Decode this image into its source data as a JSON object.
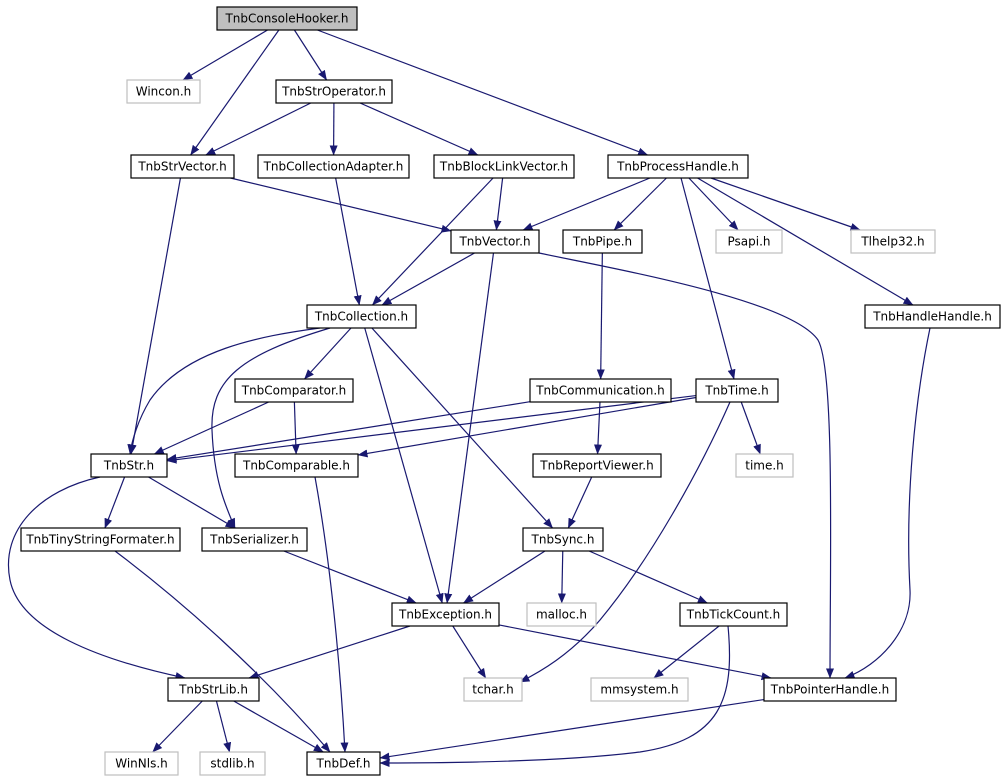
{
  "colors": {
    "root_fill": "#bfbfbf",
    "node_fill": "#ffffff",
    "node_border": "#000000",
    "external_border": "#bfbfbf",
    "edge": "#191970"
  },
  "nodes": [
    {
      "id": "consolehooker",
      "label": "TnbConsoleHooker.h",
      "kind": "root"
    },
    {
      "id": "wincon",
      "label": "Wincon.h",
      "kind": "external"
    },
    {
      "id": "stroperator",
      "label": "TnbStrOperator.h",
      "kind": "file"
    },
    {
      "id": "strvector",
      "label": "TnbStrVector.h",
      "kind": "file"
    },
    {
      "id": "collectionadapter",
      "label": "TnbCollectionAdapter.h",
      "kind": "file"
    },
    {
      "id": "blocklinkvector",
      "label": "TnbBlockLinkVector.h",
      "kind": "file"
    },
    {
      "id": "processhandle",
      "label": "TnbProcessHandle.h",
      "kind": "file"
    },
    {
      "id": "vector",
      "label": "TnbVector.h",
      "kind": "file"
    },
    {
      "id": "pipe",
      "label": "TnbPipe.h",
      "kind": "file"
    },
    {
      "id": "psapi",
      "label": "Psapi.h",
      "kind": "external"
    },
    {
      "id": "tlhelp32",
      "label": "Tlhelp32.h",
      "kind": "external"
    },
    {
      "id": "collection",
      "label": "TnbCollection.h",
      "kind": "file"
    },
    {
      "id": "handlehandle",
      "label": "TnbHandleHandle.h",
      "kind": "file"
    },
    {
      "id": "comparator",
      "label": "TnbComparator.h",
      "kind": "file"
    },
    {
      "id": "communication",
      "label": "TnbCommunication.h",
      "kind": "file"
    },
    {
      "id": "time",
      "label": "TnbTime.h",
      "kind": "file"
    },
    {
      "id": "str",
      "label": "TnbStr.h",
      "kind": "file"
    },
    {
      "id": "comparable",
      "label": "TnbComparable.h",
      "kind": "file"
    },
    {
      "id": "reportviewer",
      "label": "TnbReportViewer.h",
      "kind": "file"
    },
    {
      "id": "timeh",
      "label": "time.h",
      "kind": "external"
    },
    {
      "id": "tinystringformater",
      "label": "TnbTinyStringFormater.h",
      "kind": "file"
    },
    {
      "id": "serializer",
      "label": "TnbSerializer.h",
      "kind": "file"
    },
    {
      "id": "sync",
      "label": "TnbSync.h",
      "kind": "file"
    },
    {
      "id": "exception",
      "label": "TnbException.h",
      "kind": "file"
    },
    {
      "id": "malloc",
      "label": "malloc.h",
      "kind": "external"
    },
    {
      "id": "tickcount",
      "label": "TnbTickCount.h",
      "kind": "file"
    },
    {
      "id": "strlib",
      "label": "TnbStrLib.h",
      "kind": "file"
    },
    {
      "id": "tchar",
      "label": "tchar.h",
      "kind": "external"
    },
    {
      "id": "mmsystem",
      "label": "mmsystem.h",
      "kind": "external"
    },
    {
      "id": "pointerhandle",
      "label": "TnbPointerHandle.h",
      "kind": "file"
    },
    {
      "id": "winnls",
      "label": "WinNls.h",
      "kind": "external"
    },
    {
      "id": "stdlib",
      "label": "stdlib.h",
      "kind": "external"
    },
    {
      "id": "def",
      "label": "TnbDef.h",
      "kind": "file"
    }
  ],
  "edges": [
    [
      "consolehooker",
      "wincon"
    ],
    [
      "consolehooker",
      "stroperator"
    ],
    [
      "consolehooker",
      "strvector"
    ],
    [
      "consolehooker",
      "processhandle"
    ],
    [
      "stroperator",
      "strvector"
    ],
    [
      "stroperator",
      "collectionadapter"
    ],
    [
      "stroperator",
      "blocklinkvector"
    ],
    [
      "strvector",
      "vector"
    ],
    [
      "strvector",
      "str"
    ],
    [
      "collectionadapter",
      "collection"
    ],
    [
      "blocklinkvector",
      "vector"
    ],
    [
      "blocklinkvector",
      "collection"
    ],
    [
      "processhandle",
      "vector"
    ],
    [
      "processhandle",
      "pipe"
    ],
    [
      "processhandle",
      "psapi"
    ],
    [
      "processhandle",
      "tlhelp32"
    ],
    [
      "processhandle",
      "handlehandle"
    ],
    [
      "processhandle",
      "time"
    ],
    [
      "vector",
      "collection"
    ],
    [
      "vector",
      "exception"
    ],
    [
      "vector",
      "pointerhandle"
    ],
    [
      "pipe",
      "communication"
    ],
    [
      "collection",
      "comparator"
    ],
    [
      "collection",
      "str"
    ],
    [
      "collection",
      "serializer"
    ],
    [
      "collection",
      "exception"
    ],
    [
      "collection",
      "sync"
    ],
    [
      "handlehandle",
      "pointerhandle"
    ],
    [
      "comparator",
      "str"
    ],
    [
      "comparator",
      "comparable"
    ],
    [
      "communication",
      "str"
    ],
    [
      "communication",
      "reportviewer"
    ],
    [
      "time",
      "str"
    ],
    [
      "time",
      "comparable"
    ],
    [
      "time",
      "timeh"
    ],
    [
      "time",
      "tchar"
    ],
    [
      "str",
      "tinystringformater"
    ],
    [
      "str",
      "serializer"
    ],
    [
      "str",
      "strlib"
    ],
    [
      "comparable",
      "def"
    ],
    [
      "reportviewer",
      "sync"
    ],
    [
      "tinystringformater",
      "def"
    ],
    [
      "serializer",
      "exception"
    ],
    [
      "sync",
      "exception"
    ],
    [
      "sync",
      "malloc"
    ],
    [
      "sync",
      "tickcount"
    ],
    [
      "exception",
      "strlib"
    ],
    [
      "exception",
      "tchar"
    ],
    [
      "exception",
      "pointerhandle"
    ],
    [
      "tickcount",
      "mmsystem"
    ],
    [
      "tickcount",
      "def"
    ],
    [
      "strlib",
      "winnls"
    ],
    [
      "strlib",
      "stdlib"
    ],
    [
      "strlib",
      "def"
    ],
    [
      "pointerhandle",
      "def"
    ]
  ]
}
